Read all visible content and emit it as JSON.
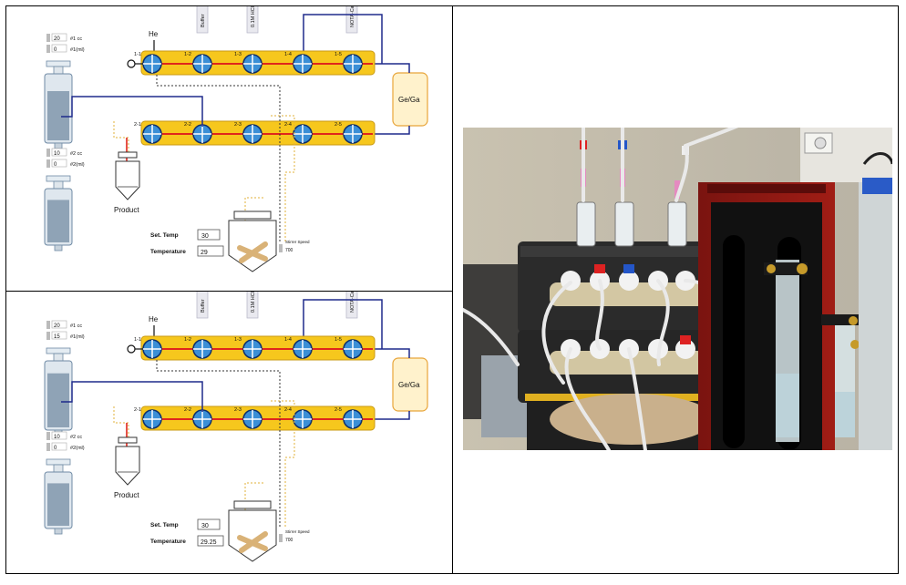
{
  "panels": [
    {
      "id": "top",
      "gas_label": "He",
      "reagents": [
        "Buffer",
        "0.1M HCl",
        "NOTA-Cap"
      ],
      "row1_valves": [
        "1-1",
        "1-2",
        "1-3",
        "1-4",
        "1-5"
      ],
      "row2_valves": [
        "2-1",
        "2-2",
        "2-3",
        "2-4",
        "2-5"
      ],
      "generator_label": "Ge/Ga",
      "product_label": "Product",
      "syringe1": {
        "cc_value": "20",
        "cc_unit": "#1 cc",
        "ml_value": "0",
        "ml_unit": "#1(ml)"
      },
      "syringe2": {
        "cc_value": "10",
        "cc_unit": "#2 cc",
        "ml_value": "0",
        "ml_unit": "#2(ml)"
      },
      "set_temp_label": "Set. Temp",
      "set_temp_value": "30",
      "temperature_label": "Temperature",
      "temperature_value": "29",
      "stirrer_label": "Stirrer Speed",
      "stirrer_value": "700"
    },
    {
      "id": "bottom",
      "gas_label": "He",
      "reagents": [
        "Buffer",
        "0.1M HCl",
        "NOTA-Cap"
      ],
      "row1_valves": [
        "1-1",
        "1-2",
        "1-3",
        "1-4",
        "1-5"
      ],
      "row2_valves": [
        "2-1",
        "2-2",
        "2-3",
        "2-4",
        "2-5"
      ],
      "generator_label": "Ge/Ga",
      "product_label": "Product",
      "syringe1": {
        "cc_value": "20",
        "cc_unit": "#1 cc",
        "ml_value": "15",
        "ml_unit": "#1(ml)"
      },
      "syringe2": {
        "cc_value": "10",
        "cc_unit": "#2 cc",
        "ml_value": "0",
        "ml_unit": "#2(ml)"
      },
      "set_temp_label": "Set. Temp",
      "set_temp_value": "30",
      "temperature_label": "Temperature",
      "temperature_value": "29.25",
      "stirrer_label": "Stirrer Speed",
      "stirrer_value": "700"
    }
  ],
  "colors": {
    "manifold": "#f6c71d",
    "tube_blue": "#1f2a8c",
    "tube_red": "#e0261c",
    "valve_blue": "#3b8fd6",
    "generator_fill": "#fff2cc",
    "generator_border": "#e8a53a"
  }
}
